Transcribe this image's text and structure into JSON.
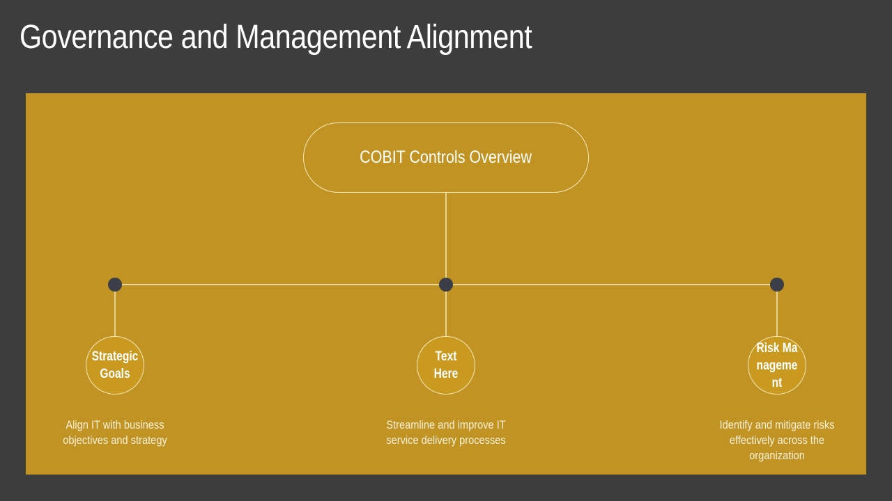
{
  "slide": {
    "title": "Governance and Management Alignment",
    "colors": {
      "background": "#3d3d3d",
      "panel": "#c09322",
      "node_fill": "#c99a1f",
      "line": "#f6e9be",
      "dot": "#3b3e48",
      "text": "#ffffff"
    }
  },
  "diagram": {
    "root": {
      "label": "COBIT Controls Overview"
    },
    "branches": [
      {
        "label": "Strategic Goals",
        "description": "Align IT with business objectives and strategy"
      },
      {
        "label": "Text Here",
        "description": "Streamline and improve IT service delivery processes"
      },
      {
        "label": "Risk Management",
        "description": "Identify and mitigate risks effectively across the organization"
      }
    ]
  }
}
